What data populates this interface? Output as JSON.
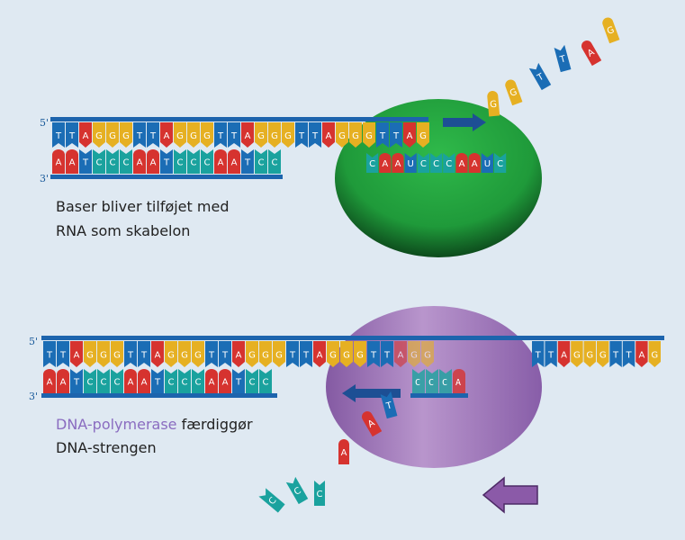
{
  "colors": {
    "A": "#d6332f",
    "T": "#1b6db5",
    "U": "#1b6db5",
    "G": "#e6b022",
    "C": "#1aa29e",
    "backbone": "#1d64ad",
    "telomerase": "#1f9a3a",
    "polymerase": "#8b5aa8",
    "label_highlight": "#8a6cc0"
  },
  "panel_top": {
    "five_prime": "5'",
    "three_prime": "3'",
    "top_strand": "TTAGGGTTAGGGTTAGGGTTAGGGTTAG",
    "bottom_strand": "AATCCCAATCCCAATCC",
    "rna_template": "CAAUCCCAAUC",
    "free_nucleotides": [
      "G",
      "G",
      "T",
      "T",
      "A",
      "G"
    ],
    "caption_line1": "Baser bliver tilføjet med",
    "caption_line2": "RNA som skabelon"
  },
  "panel_bottom": {
    "five_prime": "5'",
    "three_prime": "3'",
    "top_strand_left": "TTAGGGTTAGGGTTAGGGTTAGGGTTAGG",
    "top_strand_right": "TTAGGGTTAG",
    "bottom_strand": "AATCCCAATCCCAATCC",
    "new_strand": "CCCA",
    "free_nucleotides": [
      "T",
      "A",
      "A",
      "C",
      "C",
      "C"
    ],
    "caption_highlight": "DNA-polymerase",
    "caption_rest": " færdiggør",
    "caption_line2": "DNA-strengen"
  }
}
